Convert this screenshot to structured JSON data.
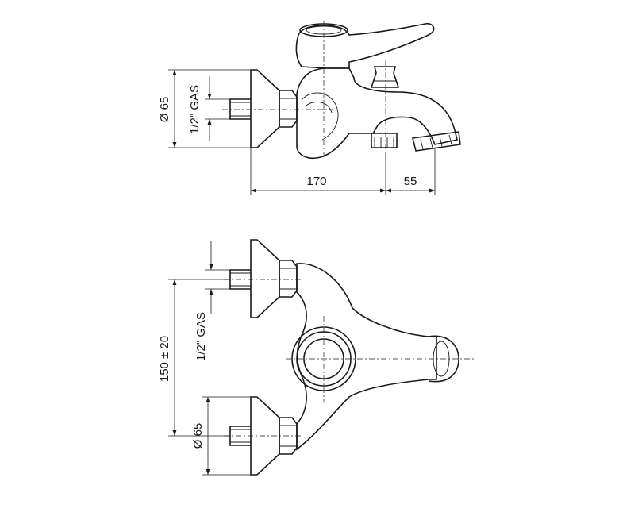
{
  "side_view": {
    "dim_diameter": "Ø 65",
    "dim_thread": "1/2\" GAS",
    "dim_length": "170",
    "dim_spout": "55"
  },
  "top_view": {
    "dim_centers": "150 ± 20",
    "dim_thread": "1/2\" GAS",
    "dim_diameter": "Ø 65"
  }
}
